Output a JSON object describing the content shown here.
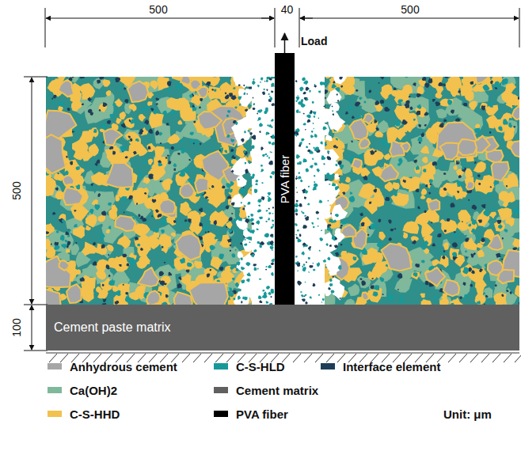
{
  "diagram": {
    "nodes": [
      {
        "text": [
          "PVA fiber"
        ]
      },
      {
        "text": [
          "Cement paste matrix"
        ]
      }
    ],
    "labels": [
      "500",
      "40",
      "500",
      "Load",
      "500",
      "100",
      "Unit: μm"
    ],
    "legend": [
      {
        "text": "Anhydrous cement",
        "color": "#a6a6a6"
      },
      {
        "text": "C-S-HLD",
        "color": "#17999a"
      },
      {
        "text": "Interface element",
        "color": "#1f3d57"
      },
      {
        "text": "Ca(OH)2",
        "color": "#7fb89a"
      },
      {
        "text": "Cement matrix",
        "color": "#606060"
      },
      {
        "text": "C-S-HHD",
        "color": "#f2c14e"
      },
      {
        "text": "PVA fiber",
        "color": "#000000"
      }
    ]
  }
}
